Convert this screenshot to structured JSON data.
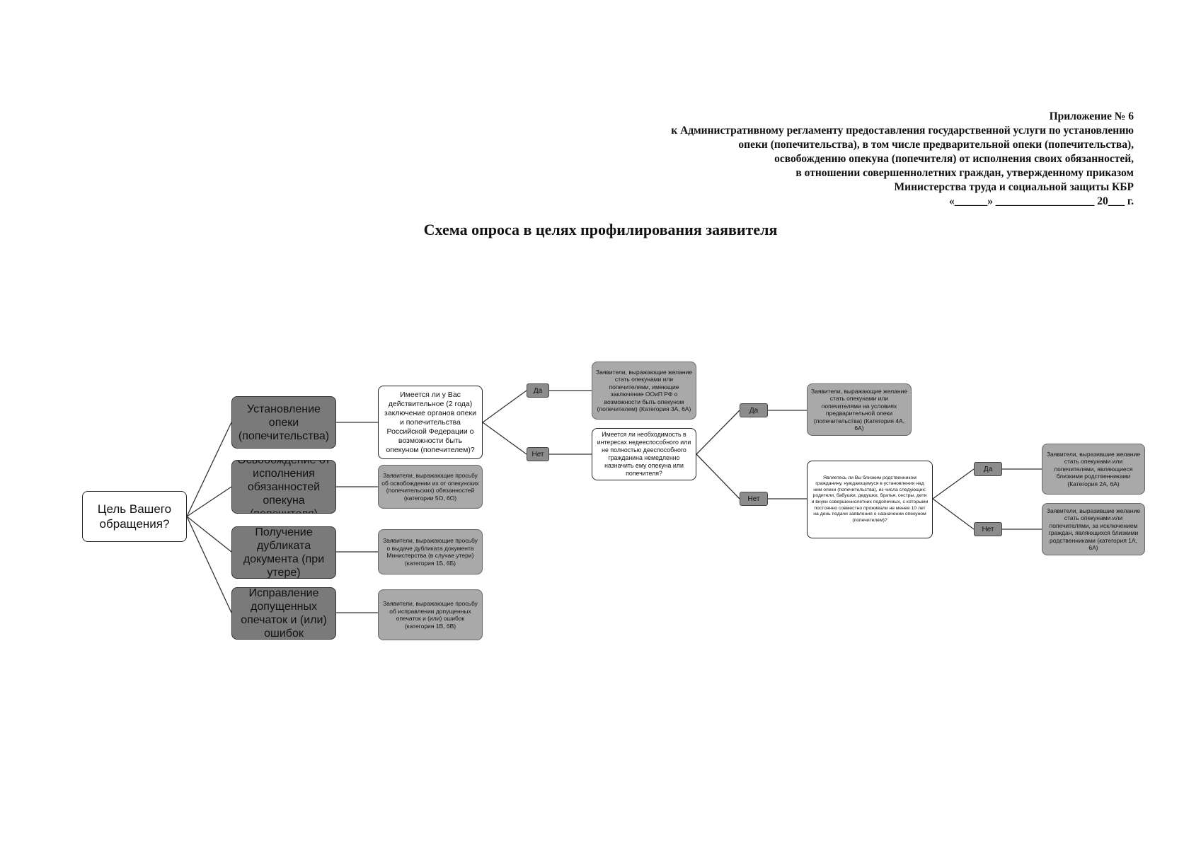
{
  "header": {
    "lines": [
      "Приложение № 6",
      "к Административному регламенту предоставления государственной услуги по установлению",
      "опеки (попечительства), в том числе предварительной опеки (попечительства),",
      "освобождению опекуна (попечителя) от исполнения своих обязанностей,",
      "в отношении совершеннолетних граждан, утвержденному приказом",
      "Министерства труда и социальной защиты КБР",
      "«______» __________________ 20___ г."
    ]
  },
  "title": "Схема опроса в целях профилирования заявителя",
  "diagram": {
    "root": "Цель Вашего обращения?",
    "purposes": [
      "Установление опеки (попечительства)",
      "Освобождение от исполнения обязанностей опекуна (попечителя)",
      "Получение дубликата документа (при утере)",
      "Исправление допущенных опечаток и (или) ошибок"
    ],
    "purpose_results": [
      "Заявители, выражающие просьбу об освобождении их от опекунских (попечительских) обязанностей (категории 5О, 6О)",
      "Заявители, выражающие просьбу о выдаче дубликата документа Министерства (в случае утери) (категория 1Б, 6Б)",
      "Заявители, выражающие просьбу об исправлении допущенных опечаток и (или) ошибок (категория 1В, 6В)"
    ],
    "question1": "Имеется ли у Вас действительное (2 года) заключение органов опеки и попечительства Российской Федерации о возможности быть опекуном (попечителем)?",
    "question2": "Имеется ли необходимость в интересах недееспособного или не полностью дееспособного гражданина немедленно назначить ему опекуна или попечителя?",
    "question3": "Являетесь ли Вы близким родственником гражданину, нуждающемуся в установлении над ним опеки (попечительства), из числа следующих: родители, бабушки, дедушки, братья, сестры, дети и внуки совершеннолетних подопечных, с которыми постоянно совместно проживали не менее 10 лет на день подачи заявления о назначении опекуном (попечителем)?",
    "yes": "Да",
    "no": "Нет",
    "result_q1_yes": "Заявители, выражающие желание стать опекунами или попечителями, имеющие заключение ООиП РФ о возможности быть опекуном (попечителем) (Категория 3А, 6А)",
    "result_q2_yes": "Заявители, выражающие желание стать опекунами или попечителями на условиях предварительной опеки (попечительства) (Категория 4А, 6А)",
    "result_q3_yes": "Заявители, выразившие желание стать опекунами или попечителями, являющиеся близкими родственниками (Категория 2А, 6А)",
    "result_q3_no": "Заявители, выразившие желание стать опекунами или попечителями, за исключением граждан, являющихся близкими родственниками (категория 1А, 6А)"
  }
}
